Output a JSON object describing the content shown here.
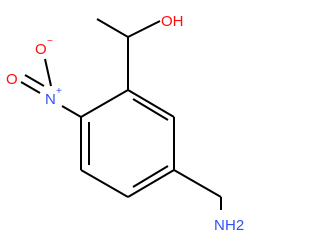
{
  "molecule": {
    "colors": {
      "bond": "#000000",
      "oxygen": "#ff0d0d",
      "nitrogen": "#3050f8"
    },
    "labels": {
      "hydroxyl": "OH",
      "nitro_oxygen_single": "O",
      "nitro_oxygen_minus": "−",
      "nitro_oxygen_double": "O",
      "nitro_nitrogen": "N",
      "nitro_nitrogen_plus": "+",
      "amine_n": "N",
      "amine_h2": "H2"
    }
  }
}
